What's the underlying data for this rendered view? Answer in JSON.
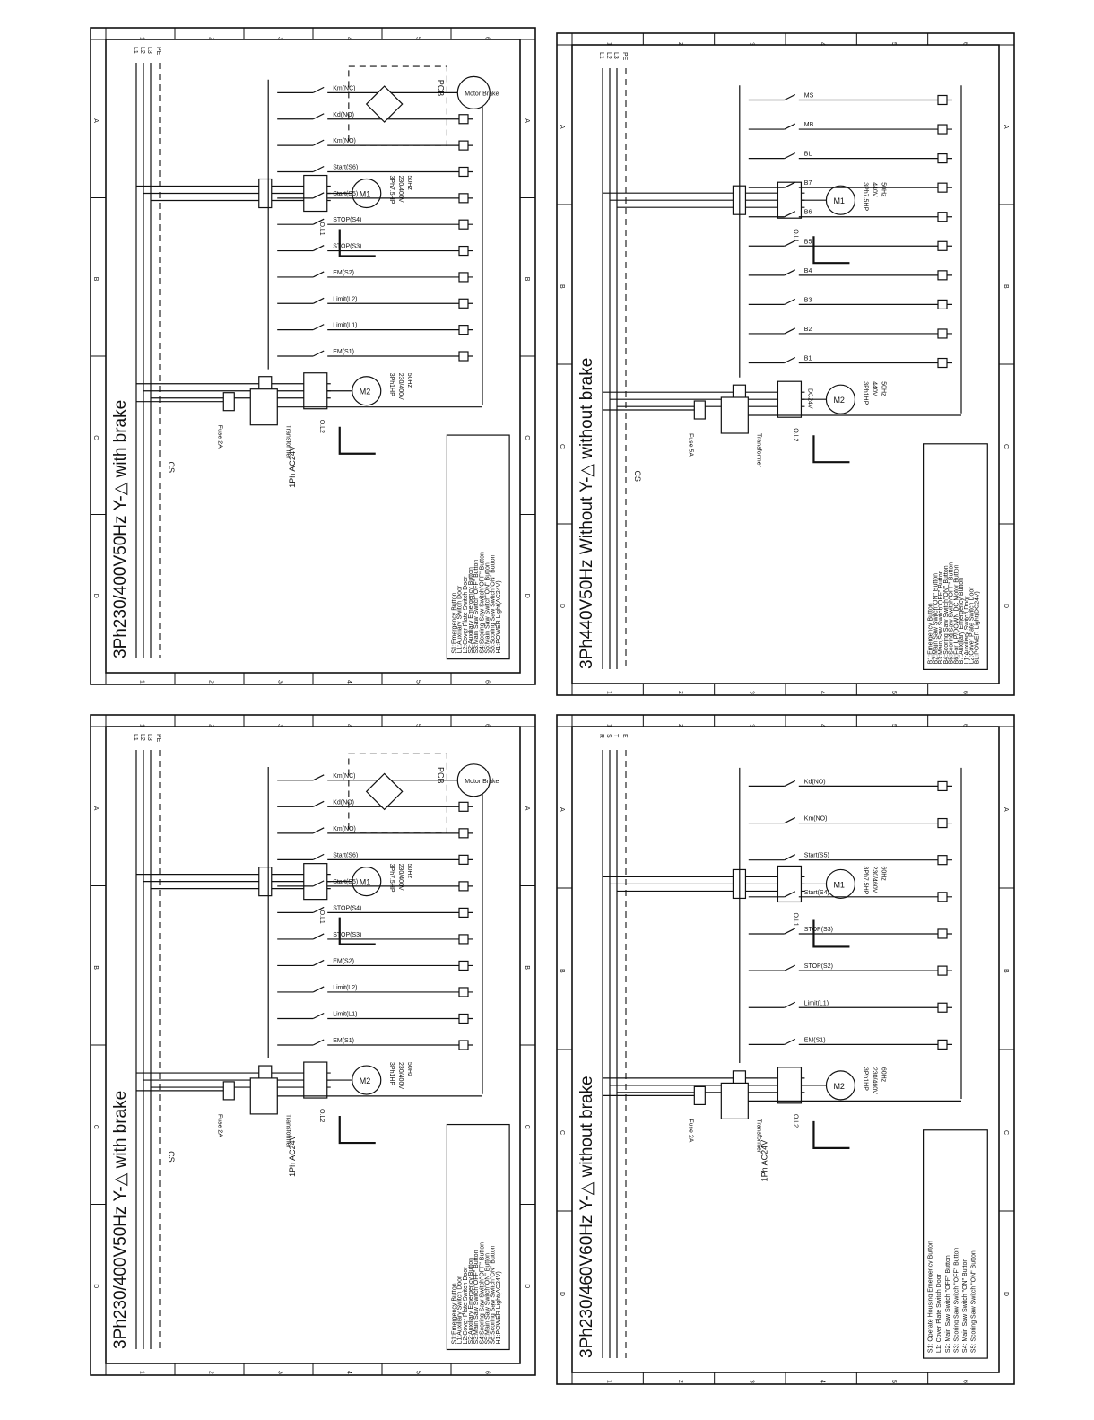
{
  "panels": [
    {
      "id": "top-left",
      "title": "3Ph230/400V50Hz  Y-△   with brake",
      "supply": [
        "L1",
        "L2",
        "L3",
        "PE"
      ],
      "cs_label": "CS",
      "control_label": "1Ph AC24V",
      "transformer_label": "Transformer",
      "fuse_label": "Fuse 2A",
      "pcb_label": "PCB",
      "motor_brake_label": "Motor Brake",
      "motors": [
        {
          "name": "M1",
          "rating": "3Ph7.5HP",
          "voltage": "230/400V",
          "freq": "50Hz",
          "overload": "O.L1"
        },
        {
          "name": "M2",
          "rating": "3Ph1HP",
          "voltage": "230/400V",
          "freq": "50Hz",
          "overload": "O.L2"
        }
      ],
      "controls": [
        "EM(S1)",
        "Limit(L1)",
        "Limit(L2)",
        "EM(S2)",
        "STOP(S3)",
        "STOP(S4)",
        "Start(S5)",
        "Start(S6)",
        "Km(NO)",
        "Kd(NO)",
        "Km(NC)"
      ],
      "legend": [
        "S1:Emergency Button",
        "L1:Auxiliary Switch Door",
        "L2:Cover Plate Switch Door",
        "S2:Auxiliary Emergency Button",
        "S3:Main Saw Switch\"OFF\" Button",
        "S4:Scoring Saw Switch\"OFF\" Button",
        "S5:Main Saw Switch\"ON\" Button",
        "S6:Scoring Saw Switch\"ON\" Button",
        "H1:POWER Light(AC24V)"
      ],
      "grid_letters": [
        "A",
        "B",
        "C",
        "D"
      ],
      "grid_numbers": [
        "1",
        "2",
        "3",
        "4",
        "5",
        "6"
      ]
    },
    {
      "id": "top-right",
      "title": "3Ph440V50Hz   Without Y-△   without brake",
      "supply": [
        "L1",
        "L2",
        "L3",
        "PE"
      ],
      "cs_label": "CS",
      "transformer_label": "Transformer",
      "fuse_label": "Fuse 5A",
      "dc_label": "DC24V",
      "motors": [
        {
          "name": "M1",
          "rating": "3Ph7.5HP",
          "voltage": "440V",
          "freq": "50Hz",
          "overload": "O.L1"
        },
        {
          "name": "M2",
          "rating": "3Ph1HP",
          "voltage": "440V",
          "freq": "50Hz",
          "overload": "O.L2"
        }
      ],
      "controls": [
        "B1",
        "B2",
        "B3",
        "B4",
        "B5",
        "B6",
        "B7",
        "BL",
        "MB",
        "MS"
      ],
      "legend": [
        "B1:Emergency Button",
        "B2:Main Saw Switch\"ON\" Button",
        "B3:Main Saw Switch\"OFF\" Button",
        "B4:Scoring Saw Switch\"ON\" Button",
        "B5:Scoring Saw Switch\"OFF\" Button",
        "B6:For UP/DOWN DC Motor Button",
        "B7:Auxiliary Emergency Button",
        "L1:Auxiliary Switch Door",
        "L2:Cover Plate Switch Door",
        "BL:POWER Light(DC24V)"
      ],
      "grid_letters": [
        "A",
        "B",
        "C",
        "D"
      ],
      "grid_numbers": [
        "1",
        "2",
        "3",
        "4",
        "5",
        "6"
      ]
    },
    {
      "id": "bottom-left",
      "title": "3Ph230/400V50Hz  Y-△   with brake",
      "supply": [
        "L1",
        "L2",
        "L3",
        "PE"
      ],
      "cs_label": "CS",
      "control_label": "1Ph AC24V",
      "transformer_label": "Transformer",
      "fuse_label": "Fuse 2A",
      "pcb_label": "PCB",
      "motor_brake_label": "Motor Brake",
      "motors": [
        {
          "name": "M1",
          "rating": "3Ph7.5HP",
          "voltage": "230/400V",
          "freq": "50Hz",
          "overload": "O.L1"
        },
        {
          "name": "M2",
          "rating": "3Ph1HP",
          "voltage": "230/400V",
          "freq": "50Hz",
          "overload": "O.L2"
        }
      ],
      "controls": [
        "EM(S1)",
        "Limit(L1)",
        "Limit(L2)",
        "EM(S2)",
        "STOP(S3)",
        "STOP(S4)",
        "Start(S5)",
        "Start(S6)",
        "Km(NO)",
        "Kd(NO)",
        "Km(NC)"
      ],
      "legend": [
        "S1:Emergency Button",
        "L1:Auxiliary Switch Door",
        "L2:Cover Plate Switch Door",
        "S2:Auxiliary Emergency Button",
        "S3:Main Saw Switch\"OFF\" Button",
        "S4:Scoring Saw Switch\"OFF\" Button",
        "S5:Main Saw Switch\"ON\" Button",
        "S6:Scoring Saw Switch\"ON\" Button",
        "H1:POWER Light(AC24V)"
      ],
      "grid_letters": [
        "A",
        "B",
        "C",
        "D"
      ],
      "grid_numbers": [
        "1",
        "2",
        "3",
        "4",
        "5",
        "6"
      ]
    },
    {
      "id": "bottom-right",
      "title": "3Ph230/460V60Hz Y-△   without brake",
      "supply": [
        "R",
        "S",
        "T",
        "E"
      ],
      "control_label": "1Ph AC24V",
      "transformer_label": "Transformer",
      "fuse_label": "Fuse 2A",
      "motors": [
        {
          "name": "M1",
          "rating": "3Ph7.5HP",
          "voltage": "230/460V",
          "freq": "60Hz",
          "overload": "O.L1"
        },
        {
          "name": "M2",
          "rating": "3Ph1HP",
          "voltage": "230/460V",
          "freq": "60Hz",
          "overload": "O.L2"
        }
      ],
      "controls": [
        "EM(S1)",
        "Limit(L1)",
        "STOP(S2)",
        "STOP(S3)",
        "Start(S4)",
        "Start(S5)",
        "Km(NO)",
        "Kd(NO)"
      ],
      "legend": [
        "S1: Operate Housing Emergency Button",
        "L1: Cover Plate Switch Door",
        "S2: Main Saw Switch \"OFF\" Button",
        "S3: Scoring Saw Switch \"OFF\" Button",
        "S4: Main Saw Switch \"ON\" Button",
        "S5: Scoring Saw Switch \"ON\" Button"
      ],
      "grid_letters": [
        "A",
        "B",
        "C",
        "D"
      ],
      "grid_numbers": [
        "1",
        "2",
        "3",
        "4",
        "5",
        "6"
      ]
    }
  ]
}
